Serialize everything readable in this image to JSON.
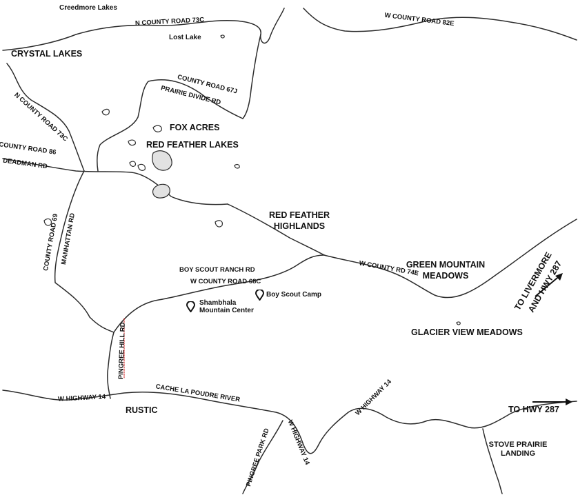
{
  "places": {
    "creedmore_lakes": "Creedmore Lakes",
    "lost_lake": "Lost Lake",
    "crystal_lakes": "CRYSTAL LAKES",
    "fox_acres": "FOX ACRES",
    "red_feather_lakes": "RED FEATHER LAKES",
    "red_feather_highlands_1": "RED FEATHER",
    "red_feather_highlands_2": "HIGHLANDS",
    "green_mountain_meadows_1": "GREEN MOUNTAIN",
    "green_mountain_meadows_2": "MEADOWS",
    "glacier_view_meadows": "GLACIER VIEW MEADOWS",
    "rustic": "RUSTIC",
    "stove_prairie_landing_1": "STOVE PRAIRIE",
    "stove_prairie_landing_2": "LANDING",
    "boy_scout_camp": "Boy Scout Camp",
    "shambhala_1": "Shambhala",
    "shambhala_2": "Mountain Center"
  },
  "roads": {
    "n_county_road_73c_top": "N COUNTY ROAD 73C",
    "w_county_road_82e": "W COUNTY ROAD 82E",
    "n_county_road_73c_diag": "N COUNTY ROAD 73C",
    "county_road_67j": "COUNTY ROAD 67J",
    "prairie_divide_rd": "PRAIRIE DIVIDE RD",
    "county_road_86": "COUNTY ROAD 86",
    "deadman_rd": "DEADMAN RD",
    "county_road_69": "COUNTY ROAD 69",
    "manhattan_rd": "MANHATTAN RD",
    "boy_scout_ranch_rd": "BOY SCOUT RANCH RD",
    "w_county_road_68c": "W COUNTY ROAD 68C",
    "w_county_rd_74e": "W COUNTY RD 74E",
    "pingree_hill_rd": "PINGREE HILL RD",
    "w_highway_14_left": "W HIGHWAY 14",
    "cache_la_poudre_river": "CACHE LA POUDRE RIVER",
    "w_highway_14_mid": "W HIGHWAY 14",
    "w_highway_14_right": "W HIGHWAY 14",
    "pingree_park_rd": "PINGREE PARK RD"
  },
  "directions": {
    "to_livermore_1": "TO LIVERMORE",
    "to_livermore_2": "AND HWY 287",
    "to_hwy_287": "TO HWY 287"
  },
  "icons": {
    "pin": "map-pin-icon",
    "arrow": "arrow-icon"
  }
}
